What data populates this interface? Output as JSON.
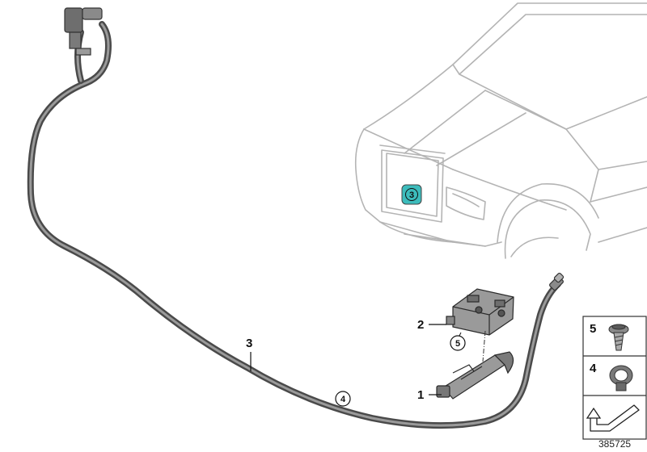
{
  "car_marker": {
    "label": "3",
    "color": "#3cbcbc"
  },
  "callouts": {
    "hose": "3",
    "nozzle": "1",
    "bracket": "2",
    "screw_ref": "5",
    "clamp_ref": "4"
  },
  "legend": {
    "screw_number": "5",
    "clamp_number": "4"
  },
  "diagram_number": "385725"
}
